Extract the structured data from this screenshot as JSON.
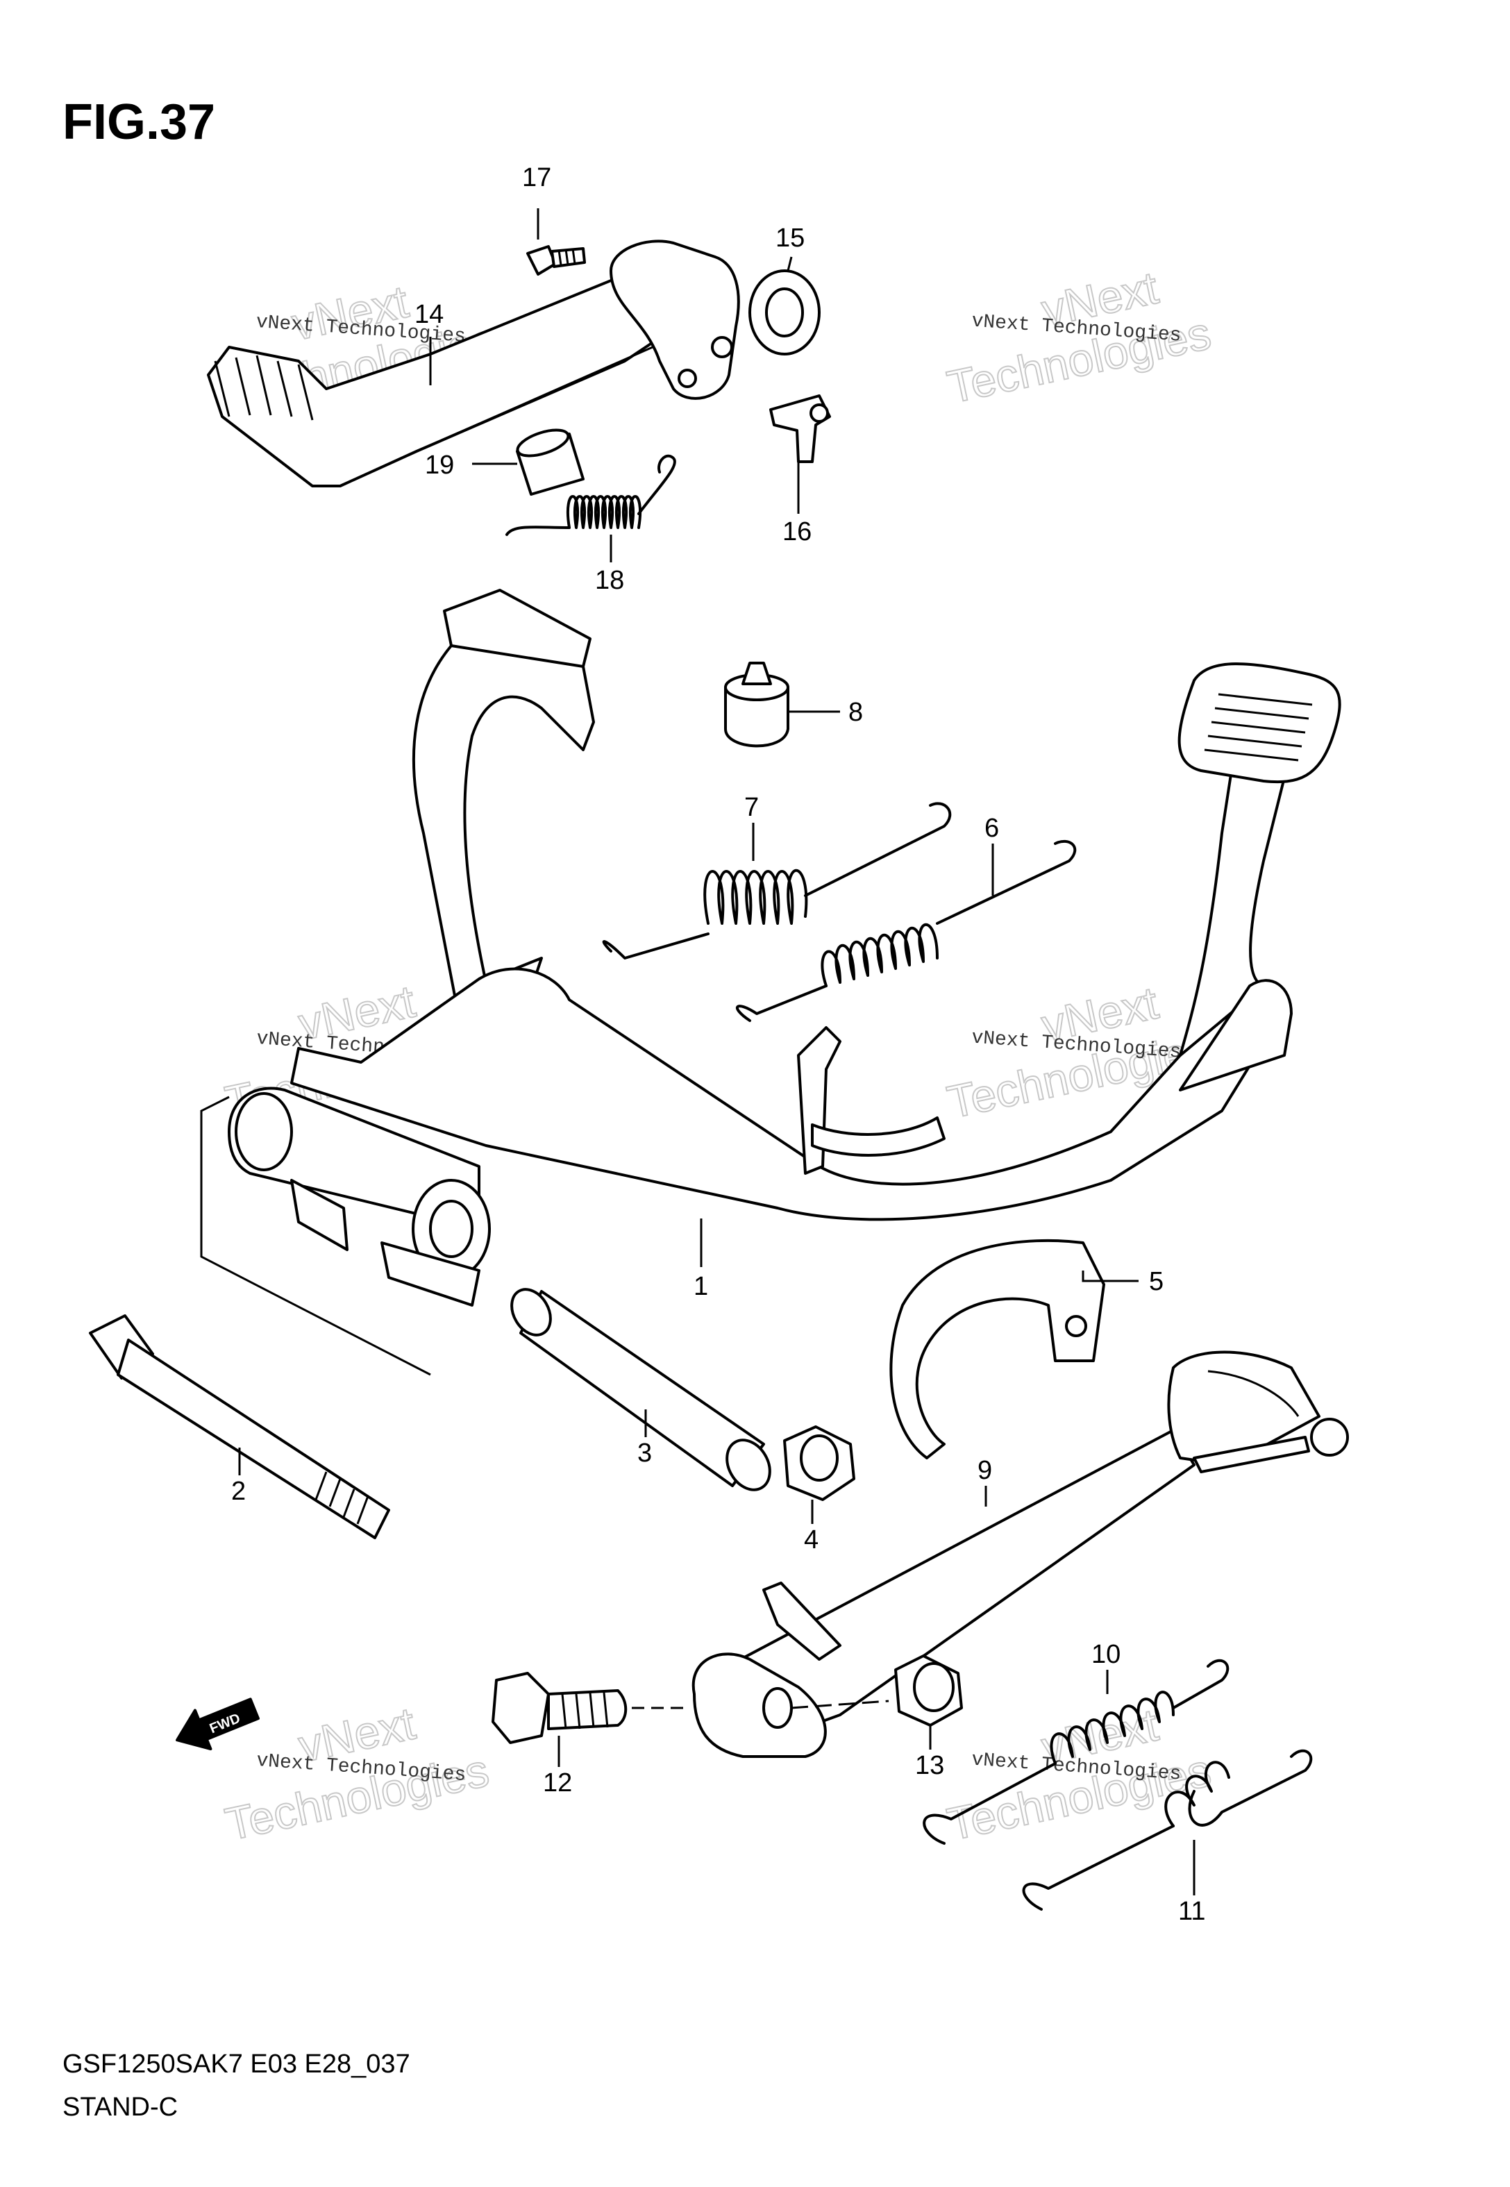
{
  "figure": {
    "title": "FIG.37",
    "code": "GSF1250SAK7 E03 E28_037",
    "section": "STAND-C"
  },
  "callouts": [
    "1",
    "2",
    "3",
    "4",
    "5",
    "6",
    "7",
    "8",
    "9",
    "10",
    "11",
    "12",
    "13",
    "14",
    "15",
    "16",
    "17",
    "18",
    "19"
  ],
  "fwd_arrow": {
    "label": "FWD"
  },
  "watermark": {
    "company": "vNext Technologies",
    "ghost_line1": "vNext",
    "ghost_line2": "Technologies"
  },
  "colors": {
    "ink": "#000000",
    "paper": "#ffffff",
    "watermark": "#c8c8c8"
  }
}
